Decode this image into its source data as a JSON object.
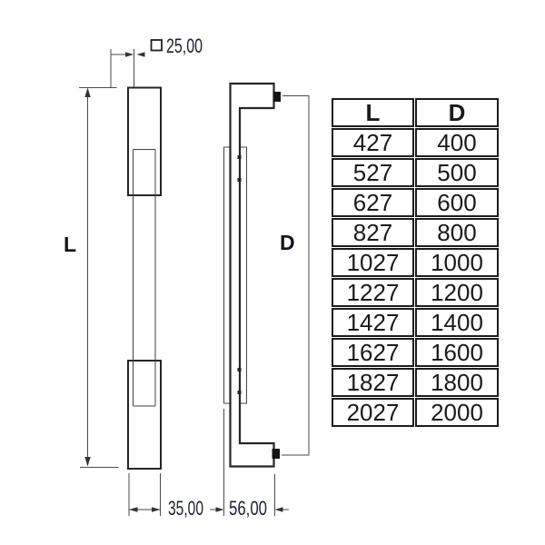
{
  "front_view": {
    "length_label": "L",
    "square_dim": "25,00",
    "width_dim": "35,00"
  },
  "side_view": {
    "depth_label": "D",
    "depth_dim": "56,00"
  },
  "icons": {
    "square_section": "□",
    "fixing_point": "■"
  },
  "table": {
    "headers": [
      "L",
      "D"
    ],
    "rows": [
      [
        "427",
        "400"
      ],
      [
        "527",
        "500"
      ],
      [
        "627",
        "600"
      ],
      [
        "827",
        "800"
      ],
      [
        "1027",
        "1000"
      ],
      [
        "1227",
        "1200"
      ],
      [
        "1427",
        "1400"
      ],
      [
        "1627",
        "1600"
      ],
      [
        "1827",
        "1800"
      ],
      [
        "2027",
        "2000"
      ]
    ]
  }
}
